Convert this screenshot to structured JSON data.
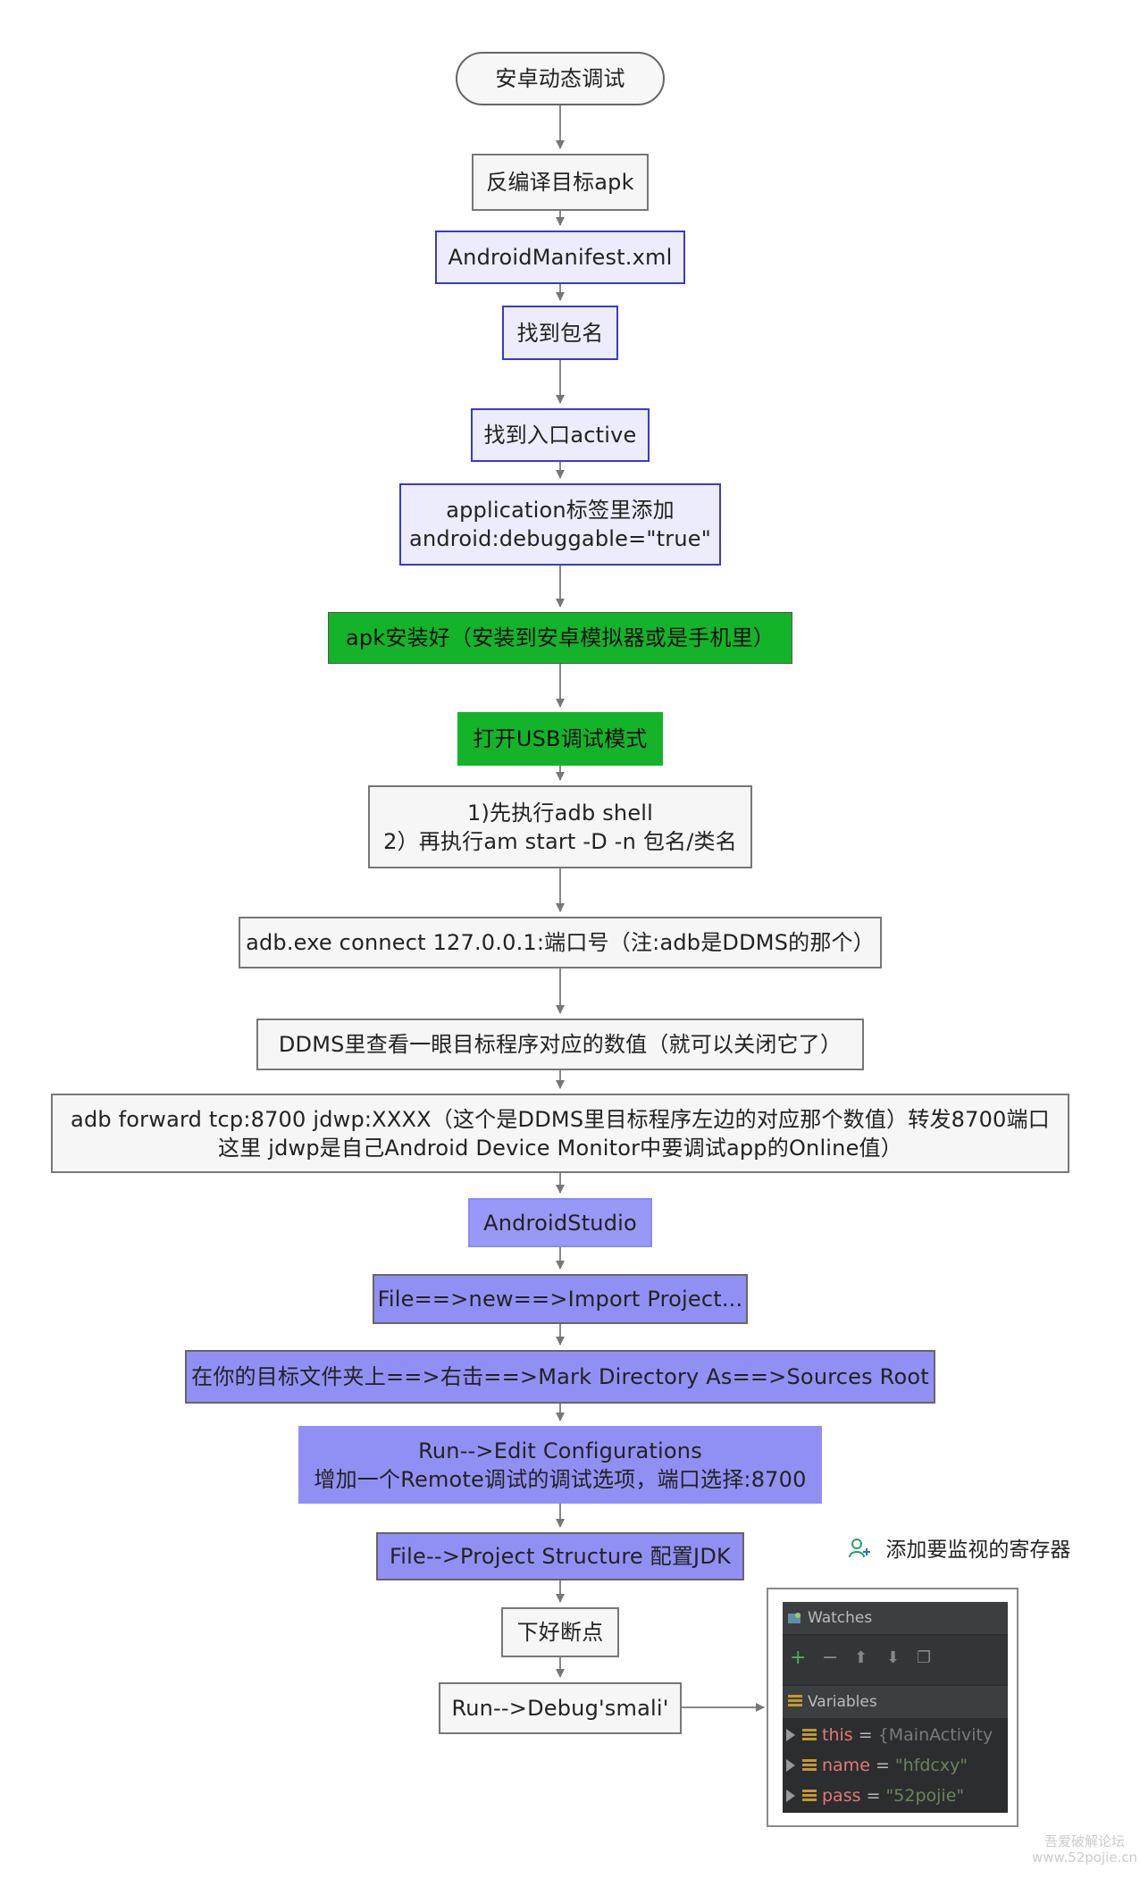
{
  "flow": {
    "start": "安卓动态调试",
    "step1": "反编译目标apk",
    "step2": "AndroidManifest.xml",
    "step3": "找到包名",
    "step4": "找到入口active",
    "step5_l1": "application标签里添加",
    "step5_l2": "android:debuggable=\"true\"",
    "step6": "apk安装好（安装到安卓模拟器或是手机里）",
    "step7": "打开USB调试模式",
    "step8_l1": "1)先执行adb shell",
    "step8_l2": "2）再执行am start -D -n 包名/类名",
    "step9": "adb.exe connect 127.0.0.1:端口号（注:adb是DDMS的那个）",
    "step10": "DDMS里查看一眼目标程序对应的数值（就可以关闭它了）",
    "step11_l1": "adb forward tcp:8700 jdwp:XXXX（这个是DDMS里目标程序左边的对应那个数值）转发8700端口",
    "step11_l2": "这里 jdwp是自己Android Device Monitor中要调试app的Online值）",
    "step12": "AndroidStudio",
    "step13": "File==>new==>Import Project...",
    "step14": "在你的目标文件夹上==>右击==>Mark Directory As==>Sources Root",
    "step15_l1": "Run-->Edit Configurations",
    "step15_l2": "增加一个Remote调试的调试选项，端口选择:8700",
    "step16": "File-->Project Structure 配置JDK",
    "step17": "下好断点",
    "step18": "Run-->Debug'smali'"
  },
  "annotation": {
    "caption": "添加要监视的寄存器",
    "icon": "person-add-icon"
  },
  "watches_panel": {
    "title": "Watches",
    "toolbar_icons": [
      "plus-icon",
      "minus-icon",
      "arrow-up-icon",
      "arrow-down-icon",
      "copy-icon"
    ],
    "variables_title": "Variables",
    "vars": [
      {
        "name": "this",
        "eq": "=",
        "value": "{MainActivity"
      },
      {
        "name": "name",
        "eq": "=",
        "value": "\"hfdcxy\""
      },
      {
        "name": "pass",
        "eq": "=",
        "value": "\"52pojie\""
      }
    ]
  },
  "watermark": {
    "line1": "吾爱破解论坛",
    "line2": "www.52pojie.cn"
  },
  "colors": {
    "lavender_fill": "#ececfc",
    "lavender_border": "#3a3ac8",
    "green_fill": "#14b42a",
    "blue_fill": "#9090f4",
    "gray_fill": "#f6f6f6"
  }
}
